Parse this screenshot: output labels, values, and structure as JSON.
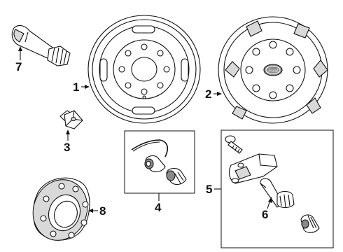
{
  "diagram": {
    "callouts": [
      {
        "id": "1",
        "part": "wheel"
      },
      {
        "id": "2",
        "part": "wheel cover"
      },
      {
        "id": "3",
        "part": "lug nut"
      },
      {
        "id": "4",
        "part": "valve stem kit"
      },
      {
        "id": "5",
        "part": "tire pressure sensor kit"
      },
      {
        "id": "6",
        "part": "sensor"
      },
      {
        "id": "7",
        "part": "valve stem"
      },
      {
        "id": "8",
        "part": "wheel spacer"
      }
    ],
    "logo_text": "Ford"
  }
}
